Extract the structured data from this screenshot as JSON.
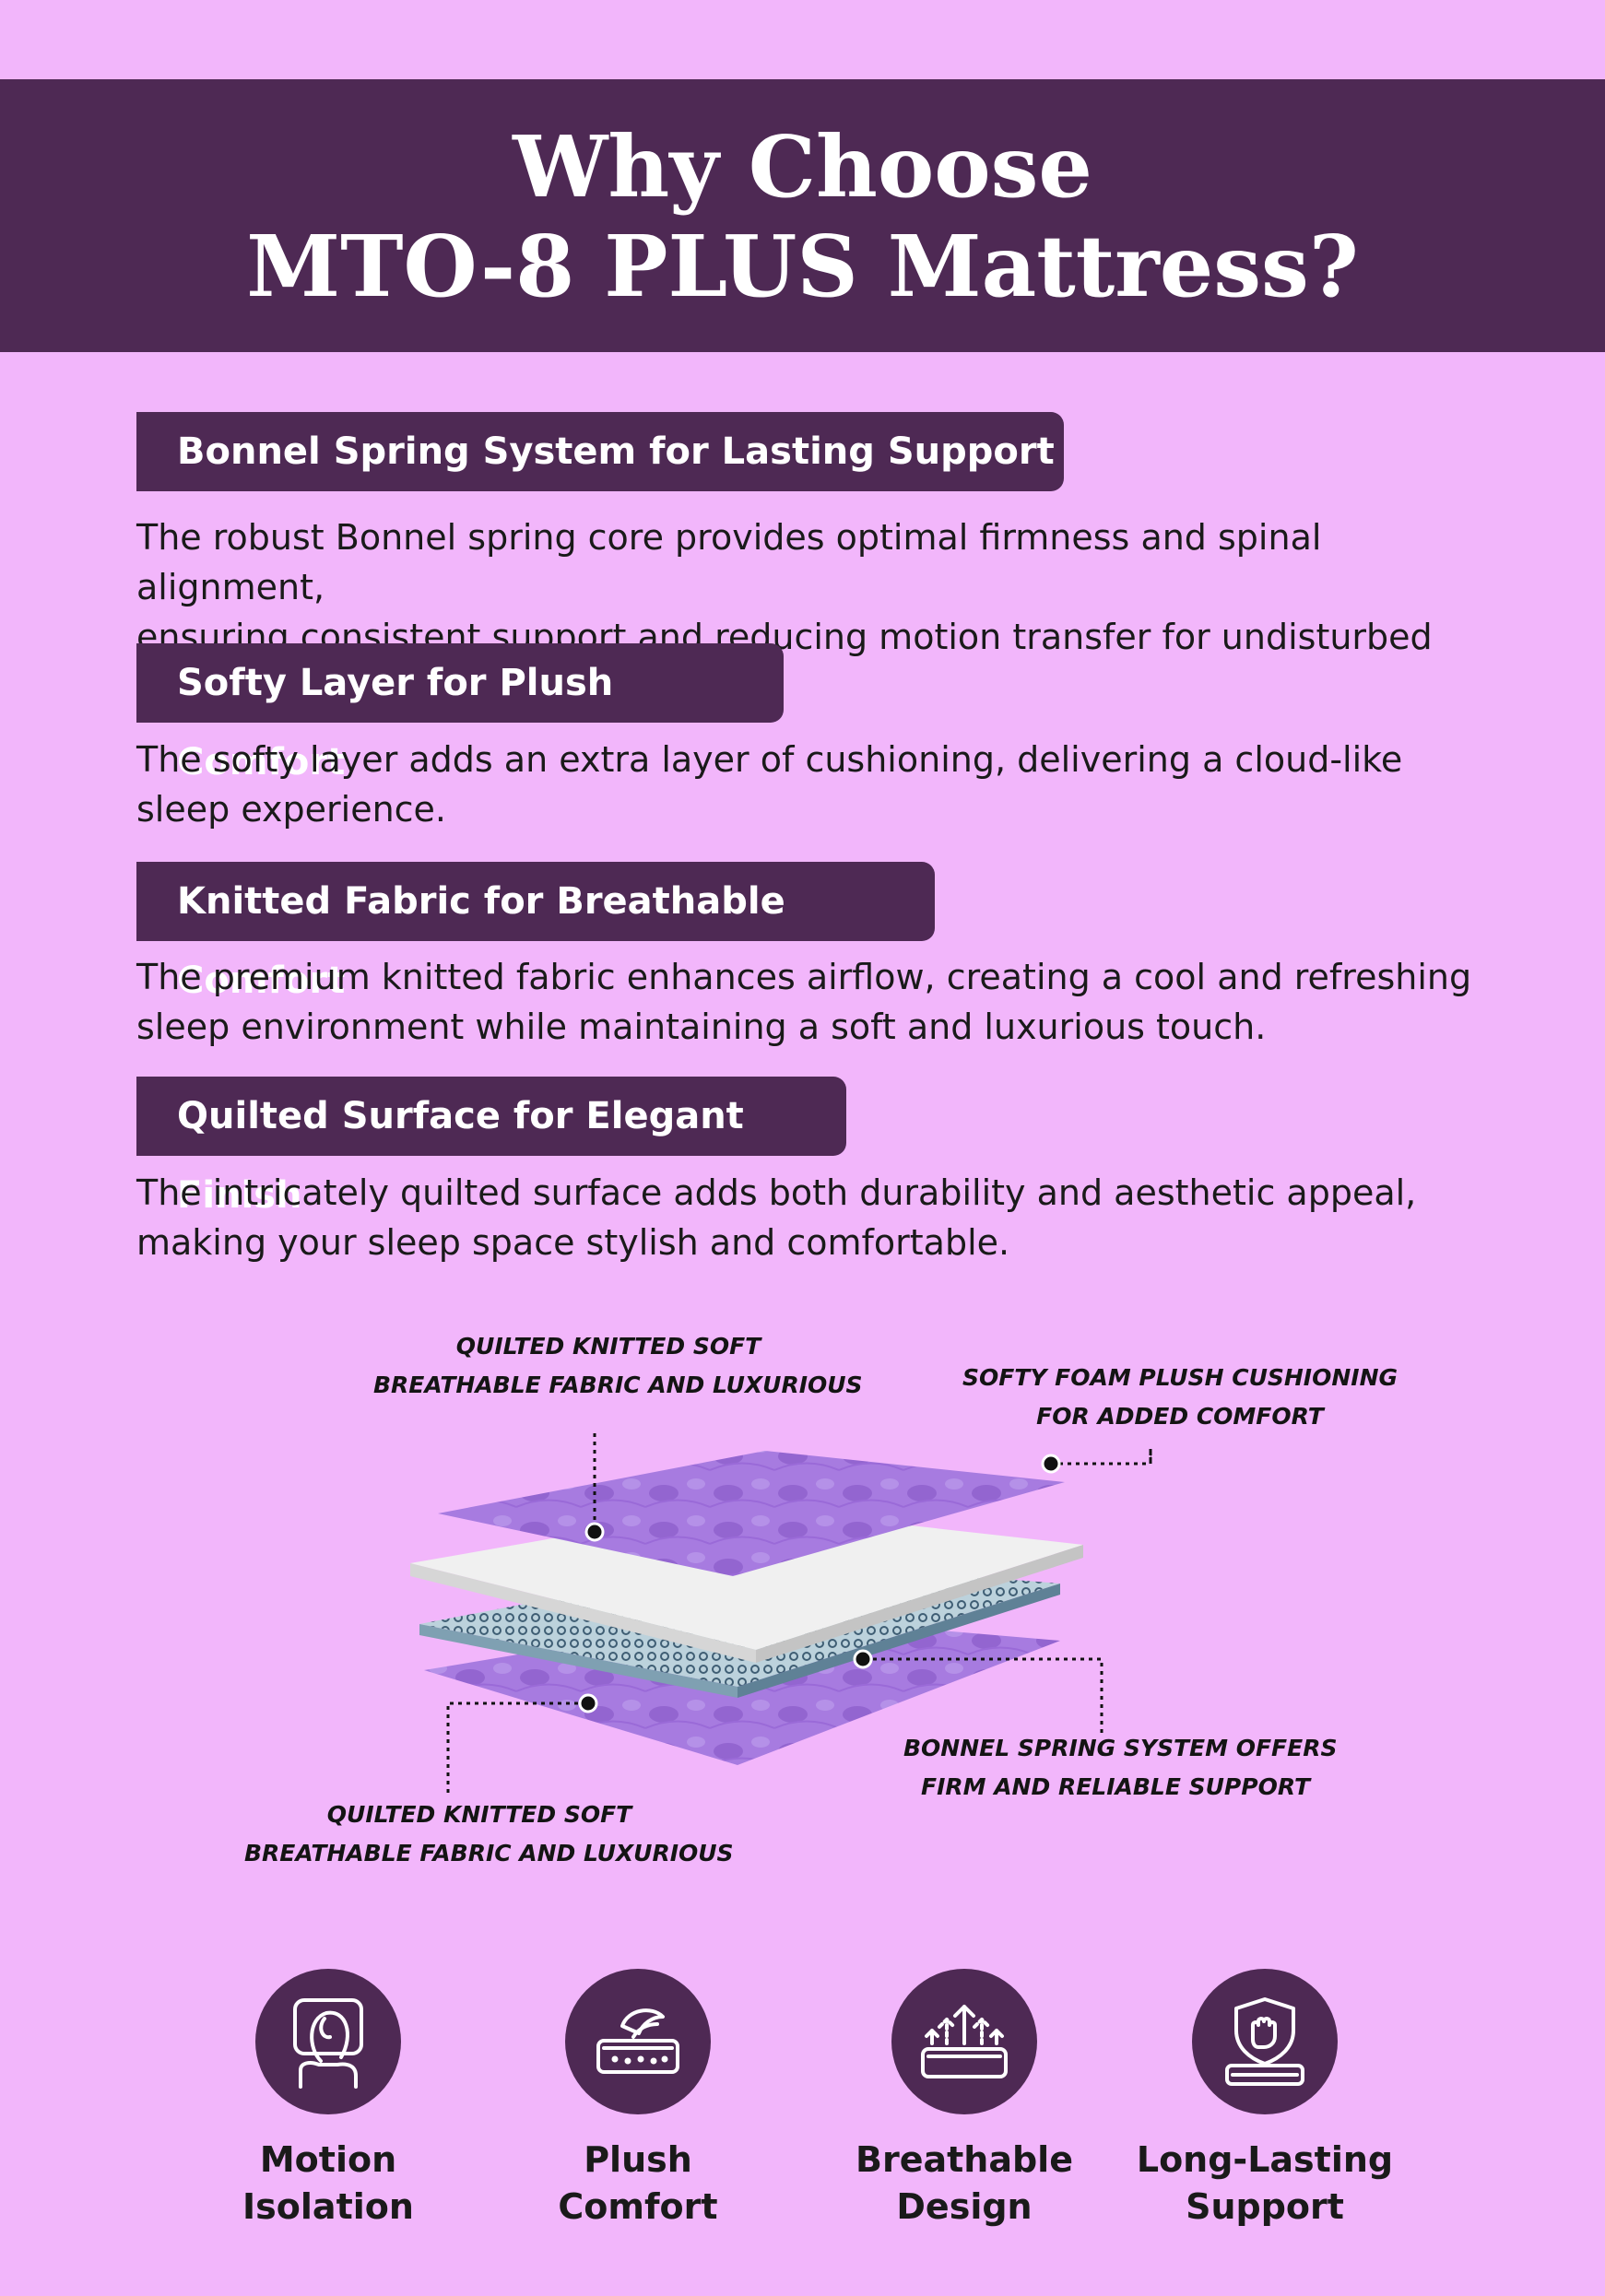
{
  "banner": {
    "line1": "Why Choose",
    "line2": "MTO-8 PLUS Mattress?"
  },
  "sections": [
    {
      "heading": "Bonnel Spring System for Lasting Support",
      "body_line1": "The robust Bonnel spring core provides optimal firmness and spinal alignment,",
      "body_line2": "ensuring consistent support and reducing motion transfer for undisturbed sleep."
    },
    {
      "heading": "Softy Layer for Plush Comfort",
      "body_line1": "The softy layer adds an extra layer of cushioning, delivering a cloud-like",
      "body_line2": "sleep experience."
    },
    {
      "heading": "Knitted Fabric for Breathable Comfort",
      "body_line1": "The premium knitted fabric enhances airflow, creating a cool and refreshing",
      "body_line2": "sleep environment while maintaining a soft and luxurious touch."
    },
    {
      "heading": "Quilted Surface for Elegant Finish",
      "body_line1": "The intricately quilted surface adds both durability and aesthetic appeal,",
      "body_line2": "making your sleep space stylish and comfortable."
    }
  ],
  "diagram": {
    "callout_top_left": [
      "QUILTED KNITTED SOFT",
      "BREATHABLE FABRIC AND LUXURIOUS"
    ],
    "callout_top_right": [
      "SOFTY FOAM PLUSH CUSHIONING",
      "FOR ADDED COMFORT"
    ],
    "callout_bottom_right": [
      "BONNEL SPRING SYSTEM OFFERS",
      "FIRM AND RELIABLE SUPPORT"
    ],
    "callout_bottom_left": [
      "QUILTED KNITTED SOFT",
      "BREATHABLE FABRIC AND LUXURIOUS"
    ]
  },
  "features": [
    {
      "icon": "motion-isolation-icon",
      "line1": "Motion",
      "line2": "Isolation"
    },
    {
      "icon": "plush-comfort-icon",
      "line1": "Plush Comfort",
      "line2": ""
    },
    {
      "icon": "breathable-design-icon",
      "line1": "Breathable",
      "line2": "Design"
    },
    {
      "icon": "long-lasting-support-icon",
      "line1": "Long-Lasting",
      "line2": "Support"
    }
  ],
  "colors": {
    "background": "#f2b6fb",
    "accent": "#4e2954",
    "fabric": "#a77be0",
    "foam": "#f0f0f0"
  }
}
